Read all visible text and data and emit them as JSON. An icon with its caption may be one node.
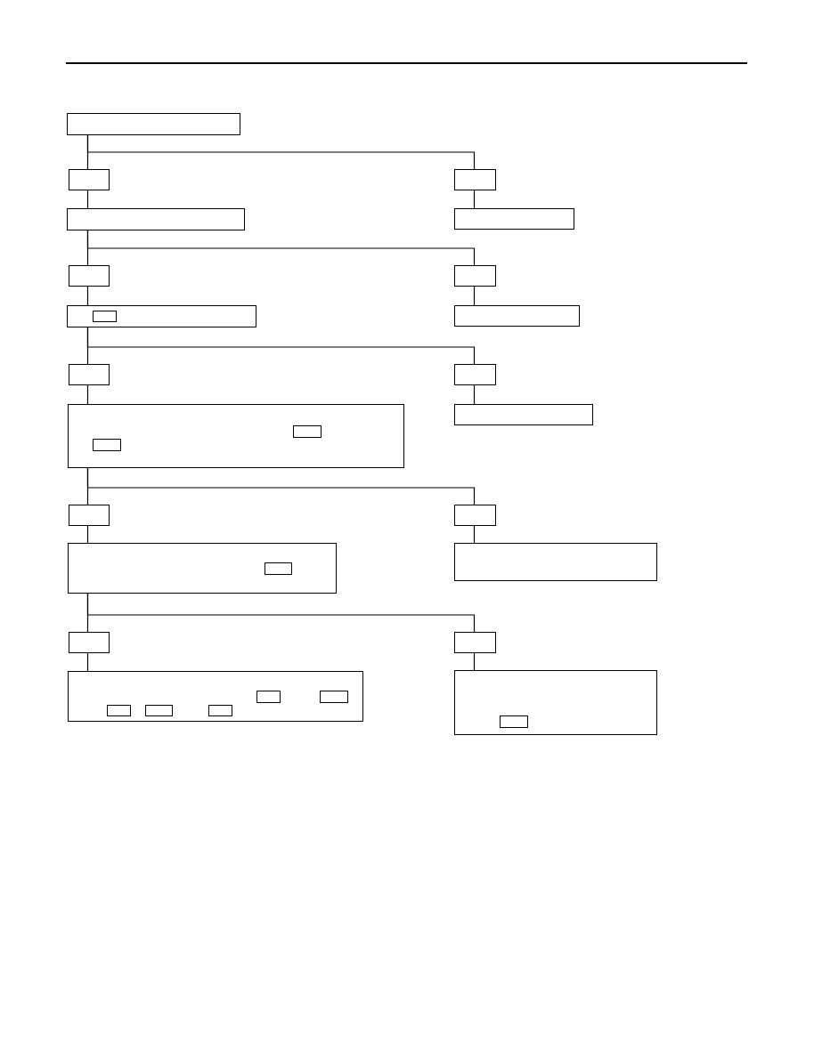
{
  "diagram": {
    "nodes": [
      {
        "text": [],
        "shape": "box"
      },
      {
        "text": [],
        "shape": "box"
      },
      {
        "text": [],
        "shape": "box"
      },
      {
        "text": [],
        "shape": "box"
      },
      {
        "text": [],
        "shape": "box"
      },
      {
        "text": [],
        "shape": "box"
      },
      {
        "text": [],
        "shape": "box"
      },
      {
        "text": [],
        "shape": "box"
      },
      {
        "text": [],
        "shape": "box",
        "in": 7
      },
      {
        "text": [],
        "shape": "box"
      },
      {
        "text": [],
        "shape": "box"
      },
      {
        "text": [],
        "shape": "box"
      },
      {
        "text": [],
        "shape": "box"
      },
      {
        "text": [],
        "shape": "box",
        "in": 12
      },
      {
        "text": [],
        "shape": "box",
        "in": 12
      },
      {
        "text": [],
        "shape": "box"
      },
      {
        "text": [],
        "shape": "box"
      },
      {
        "text": [],
        "shape": "box"
      },
      {
        "text": [],
        "shape": "box"
      },
      {
        "text": [],
        "shape": "box",
        "in": 18
      },
      {
        "text": [],
        "shape": "box"
      },
      {
        "text": [],
        "shape": "box"
      },
      {
        "text": [],
        "shape": "box"
      },
      {
        "text": [],
        "shape": "box"
      },
      {
        "text": [],
        "shape": "box",
        "in": 23
      },
      {
        "text": [],
        "shape": "box",
        "in": 23
      },
      {
        "text": [],
        "shape": "box",
        "in": 23
      },
      {
        "text": [],
        "shape": "box",
        "in": 23
      },
      {
        "text": [],
        "shape": "box",
        "in": 23
      },
      {
        "text": [],
        "shape": "box"
      },
      {
        "text": [],
        "shape": "box",
        "in": 29
      }
    ],
    "edges": [
      {
        "from": 0,
        "to": 1,
        "arrow": "none"
      },
      {
        "from": 0,
        "to": 2,
        "arrow": "none"
      },
      {
        "from": 1,
        "to": 3,
        "arrow": "none"
      },
      {
        "from": 2,
        "to": 4,
        "arrow": "none"
      },
      {
        "from": 3,
        "to": 5,
        "arrow": "none"
      },
      {
        "from": 3,
        "to": 6,
        "arrow": "none"
      },
      {
        "from": 5,
        "to": 7,
        "arrow": "none"
      },
      {
        "from": 6,
        "to": 9,
        "arrow": "none"
      },
      {
        "from": 7,
        "to": 10,
        "arrow": "none"
      },
      {
        "from": 7,
        "to": 11,
        "arrow": "none"
      },
      {
        "from": 10,
        "to": 12,
        "arrow": "none"
      },
      {
        "from": 11,
        "to": 15,
        "arrow": "none"
      },
      {
        "from": 12,
        "to": 16,
        "arrow": "none"
      },
      {
        "from": 12,
        "to": 17,
        "arrow": "none"
      },
      {
        "from": 16,
        "to": 18,
        "arrow": "none"
      },
      {
        "from": 17,
        "to": 20,
        "arrow": "none"
      },
      {
        "from": 18,
        "to": 21,
        "arrow": "none"
      },
      {
        "from": 18,
        "to": 22,
        "arrow": "none"
      },
      {
        "from": 21,
        "to": 23,
        "arrow": "none"
      },
      {
        "from": 22,
        "to": 29,
        "arrow": "none"
      }
    ]
  }
}
